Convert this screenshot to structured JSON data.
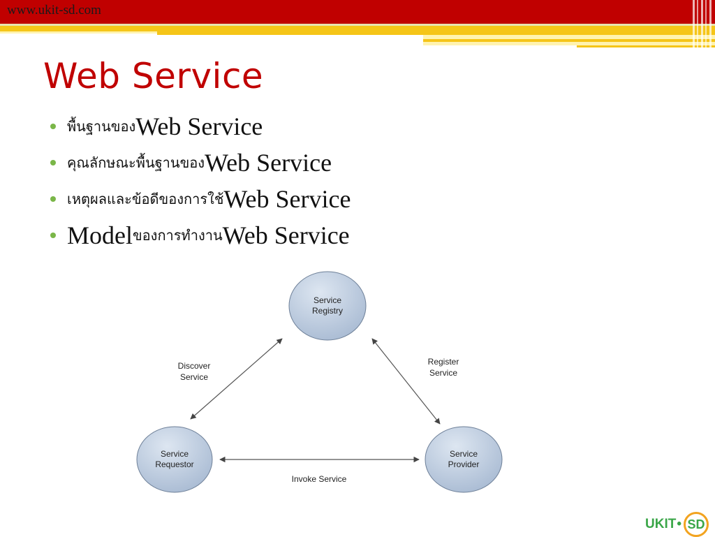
{
  "header": {
    "site_url": "www.ukit-sd.com",
    "colors": {
      "red": "#c00000",
      "gold": "#f5c518",
      "cream": "#fff3b0"
    }
  },
  "slide": {
    "title": "Web Service",
    "bullets": [
      {
        "thai": "พื้นฐานของ ",
        "english_pre": "",
        "english": "Web Service"
      },
      {
        "thai": "คุณลักษณะพื้นฐานของ ",
        "english_pre": "",
        "english": "Web Service"
      },
      {
        "thai": "เหตุผลและข้อดีของการใช้ ",
        "english_pre": "",
        "english": "Web Service"
      },
      {
        "thai": " ของการทำงาน ",
        "english_pre": "Model",
        "english": "Web Service"
      }
    ],
    "bullet_color": "#7ab648"
  },
  "diagram": {
    "nodes": {
      "registry": {
        "line1": "Service",
        "line2": "Registry"
      },
      "requestor": {
        "line1": "Service",
        "line2": "Requestor"
      },
      "provider": {
        "line1": "Service",
        "line2": "Provider"
      }
    },
    "edges": {
      "discover": {
        "line1": "Discover",
        "line2": "Service"
      },
      "register": {
        "line1": "Register",
        "line2": "Service"
      },
      "invoke": {
        "line1": "Invoke Service"
      }
    },
    "node_fill": "#b8c7dc"
  },
  "logo": {
    "text": "UKIT",
    "mark": "SD"
  }
}
